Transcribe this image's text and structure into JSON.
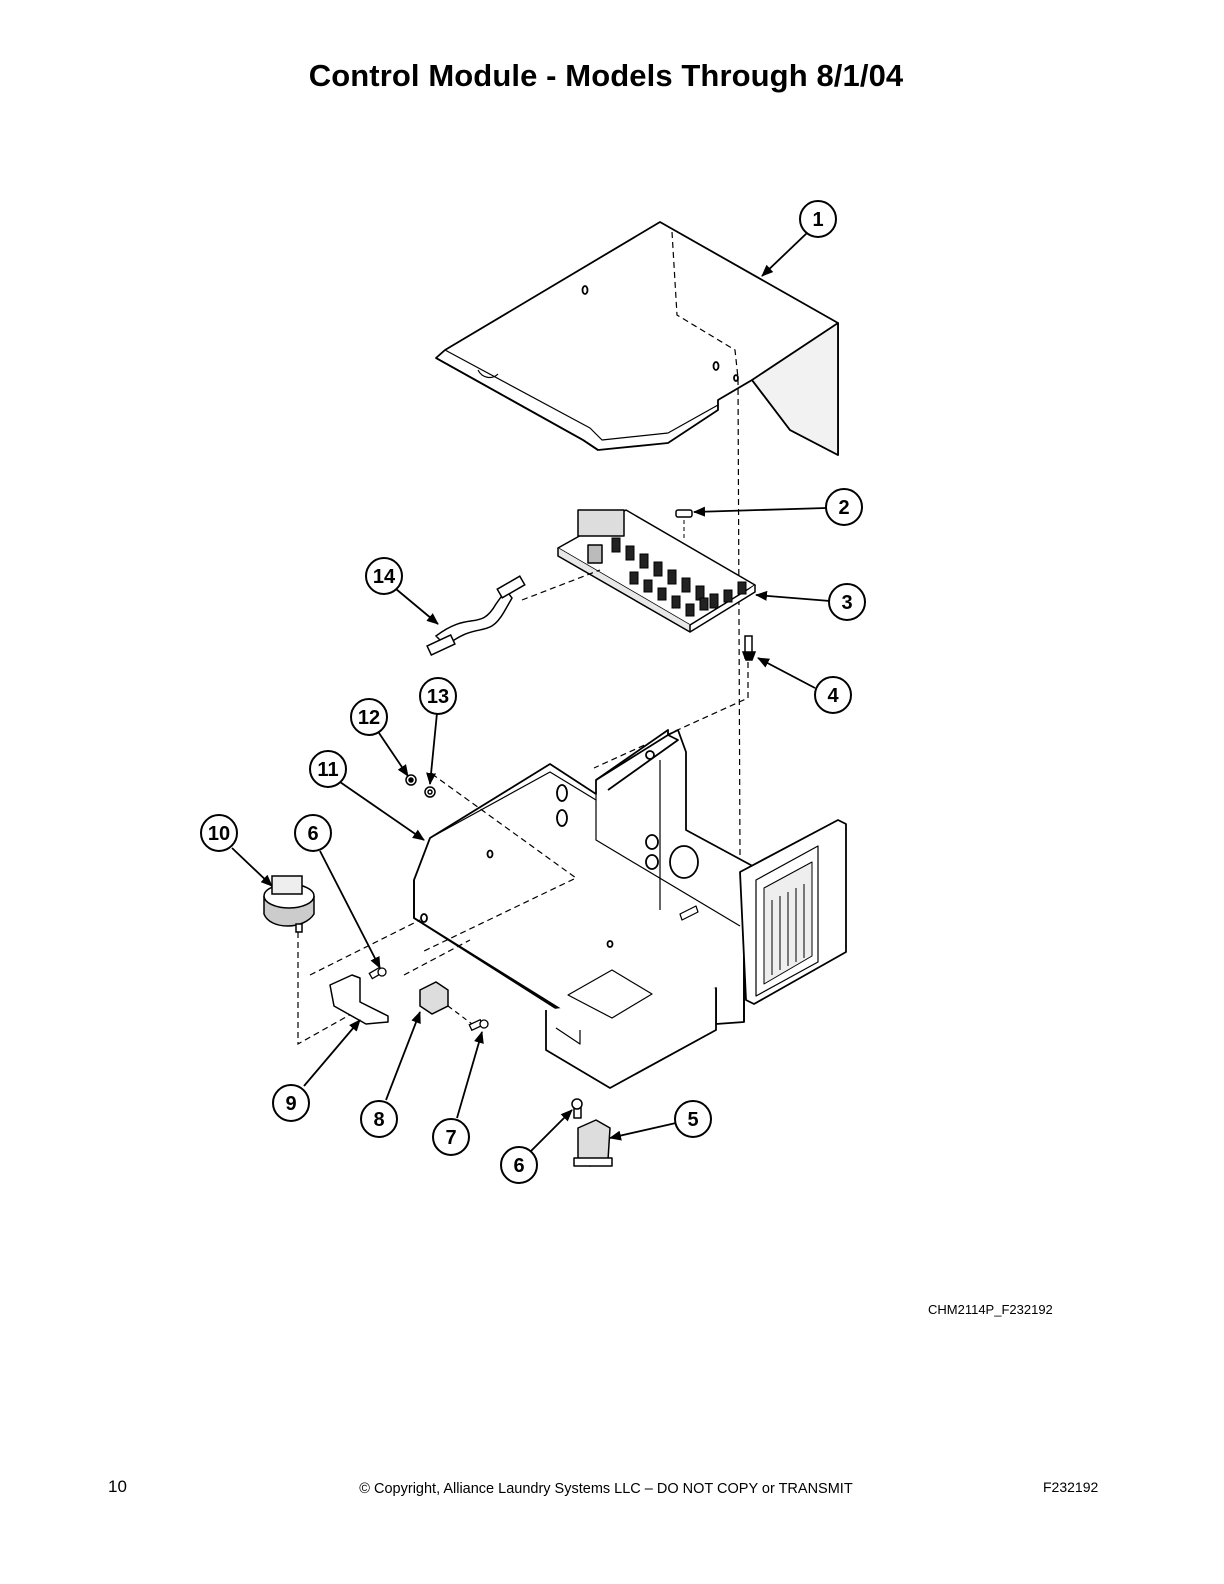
{
  "page": {
    "title": "Control Module - Models Through 8/1/04",
    "diagram_code": "CHM2114P_F232192",
    "page_number": "10",
    "copyright": "© Copyright, Alliance Laundry Systems LLC – DO NOT COPY or TRANSMIT",
    "doc_id": "F232192"
  },
  "callouts": [
    "1",
    "2",
    "3",
    "4",
    "5",
    "6",
    "7",
    "8",
    "9",
    "10",
    "11",
    "12",
    "13",
    "14",
    "6"
  ]
}
